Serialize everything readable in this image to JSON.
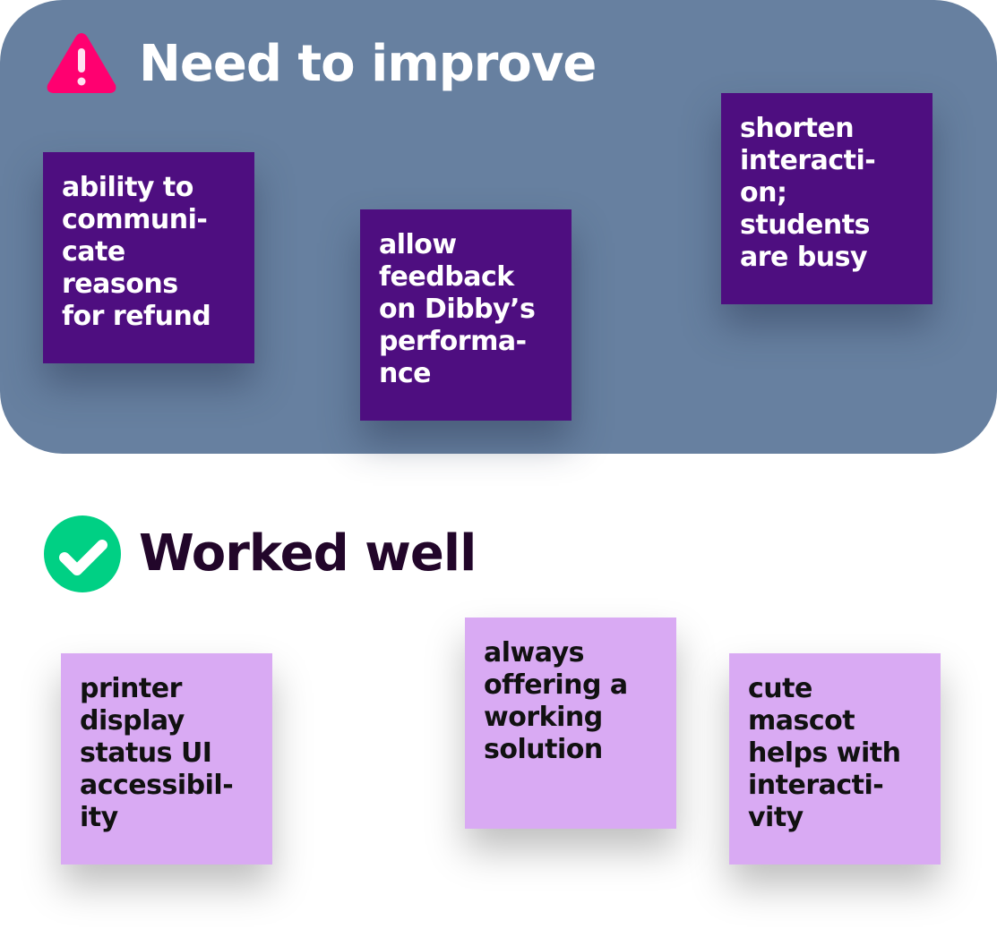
{
  "sections": {
    "improve": {
      "title": "Need to improve",
      "icon": "warning-icon",
      "accent": "#ff0070",
      "notes": [
        {
          "lines": [
            "ability to",
            "communi-",
            "cate",
            "reasons",
            "for refund"
          ]
        },
        {
          "lines": [
            "allow",
            "feedback",
            "on Dibby’s",
            "performa-",
            "nce"
          ]
        },
        {
          "lines": [
            "shorten",
            "interacti-",
            "on;",
            "students",
            "are busy"
          ]
        }
      ]
    },
    "well": {
      "title": "Worked well",
      "icon": "check-circle-icon",
      "accent": "#00d084",
      "notes": [
        {
          "lines": [
            "printer",
            "display",
            "status UI",
            "accessibil-",
            "ity"
          ]
        },
        {
          "lines": [
            "always",
            "offering a",
            "working",
            "solution"
          ]
        },
        {
          "lines": [
            "cute",
            "mascot",
            "helps with",
            "interacti-",
            "vity"
          ]
        }
      ]
    }
  }
}
